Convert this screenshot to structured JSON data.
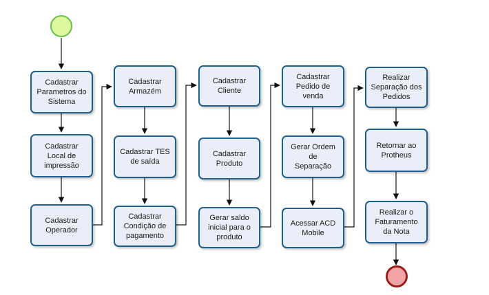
{
  "diagram": {
    "colors": {
      "task_fill": "#e9eef9",
      "task_border": "#1f5f8b",
      "start_fill": "#ddf9a0",
      "start_border": "#6bc04a",
      "end_fill": "#f2a3a3",
      "end_border": "#9b1c1c",
      "connector": "#111111"
    },
    "columns": [
      {
        "tasks": [
          "Cadastrar\nParametros do\nSistema",
          "Cadastrar\nLocal de\nimpressão",
          "Cadastrar\nOperador"
        ]
      },
      {
        "tasks": [
          "Cadastrar\nArmazém",
          "Cadastrar TES\nde saída",
          "Cadastrar\nCondição de\npagamento"
        ]
      },
      {
        "tasks": [
          "Cadastrar\nCliente",
          "Cadastrar\nProduto",
          "Gerar saldo\ninicial para o\nproduto"
        ]
      },
      {
        "tasks": [
          "Cadastrar\nPedido de\nvenda",
          "Gerar Ordem de\nSeparação",
          "Acessar ACD\nMobile"
        ]
      },
      {
        "tasks": [
          "Realizar\nSeparação dos\nPedidos",
          "Retornar ao\nProtheus",
          "Realizar o\nFaturamento\nda Nota"
        ]
      }
    ]
  }
}
